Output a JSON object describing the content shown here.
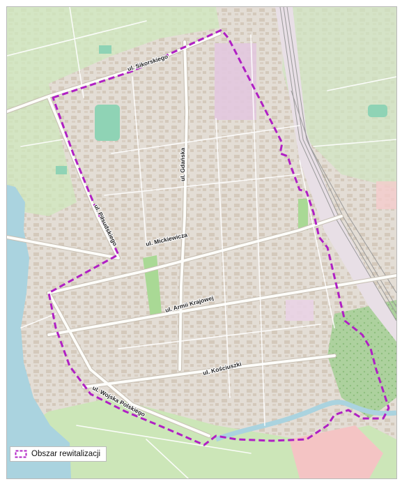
{
  "streets": {
    "sikorskiego": "ul. Sikorskiego",
    "gdanska": "ul. Gdańska",
    "pilsudskiego": "ul. Piłsudskiego",
    "mickiewicza": "ul. Mickiewicza",
    "armii_krajowej": "ul. Armii Krajowej",
    "kosciuszki": "ul. Kościuszki",
    "wojska_polskiego": "ul. Wojska Polskiego"
  },
  "legend": {
    "label": "Obszar rewitalizacji"
  },
  "colors": {
    "boundary": "#b020c4",
    "water": "#aad3df",
    "land": "#e9e3d8",
    "green": "#c8e6b5",
    "park": "#b8dca0",
    "residential": "#e0dbd4",
    "building": "#d6cbbd",
    "road_major": "#fdfdfa",
    "rail": "#9a9a9a",
    "pitch": "#8fd3b5",
    "school": "#e2c8df",
    "industrial": "#ebdbe6",
    "salmon": "#f4c4c4"
  },
  "icons": {
    "legend_symbol": "dashed-rectangle-icon"
  }
}
